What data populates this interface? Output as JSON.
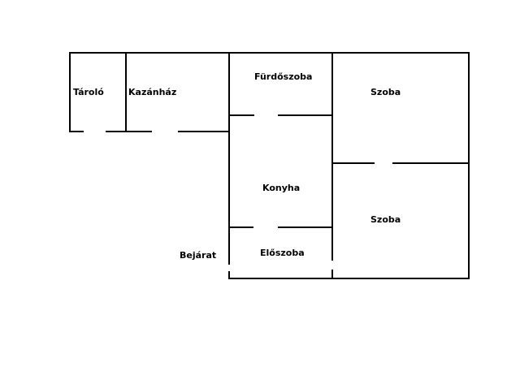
{
  "plan": {
    "colors": {
      "wall": "#000000",
      "background": "#ffffff"
    },
    "rooms": {
      "taroló": "Tároló",
      "kazanhaz": "Kazánház",
      "furdoszoba": "Fürdőszoba",
      "szoba_upper": "Szoba",
      "konyha": "Konyha",
      "szoba_lower": "Szoba",
      "eloszoba": "Előszoba"
    },
    "entrance": "Bejárat"
  }
}
